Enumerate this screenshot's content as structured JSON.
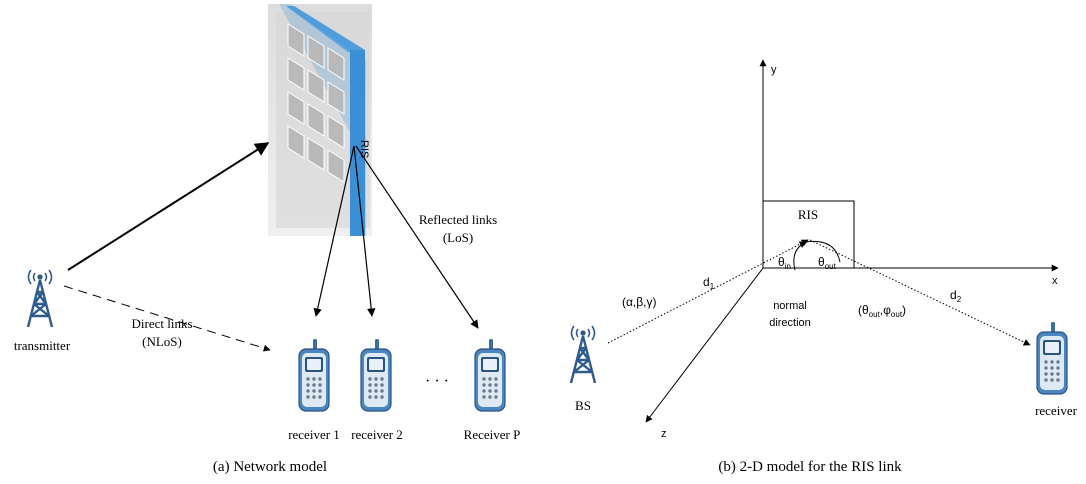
{
  "panel_a": {
    "caption": "(a)  Network model",
    "transmitter_label": "transmitter",
    "ris_label": "RIS",
    "direct_links_line1": "Direct links",
    "direct_links_line2": "(NLoS)",
    "reflected_links_line1": "Reflected links",
    "reflected_links_line2": "(LoS)",
    "receivers": [
      "receiver 1",
      "receiver 2",
      "Receiver P"
    ],
    "ellipsis": "· · ·"
  },
  "panel_b": {
    "caption": "(b)  2-D model for the RIS link",
    "axis_y": "y",
    "axis_x": "x",
    "axis_z": "z",
    "ris_label": "RIS",
    "bs_label": "BS",
    "receiver_label": "receiver",
    "d1_main": "d",
    "d1_sub": "1",
    "d2_main": "d",
    "d2_sub": "2",
    "bs_angles": "(α,β,γ)",
    "theta_in_main": "θ",
    "theta_in_sub": "in",
    "theta_out_main": "θ",
    "theta_out_sub": "out",
    "normal_line1": "normal",
    "normal_line2": "direction",
    "out_angles_open": "(θ",
    "out_angles_sub1": "out",
    "out_angles_mid": ",φ",
    "out_angles_sub2": "out",
    "out_angles_close": ")"
  },
  "colors": {
    "ris_blue": "#3b8fd4",
    "ris_grey": "#c8c8c8",
    "tower_blue": "#2d5b8c",
    "phone_blue": "#4a86c0",
    "line": "#000000"
  }
}
